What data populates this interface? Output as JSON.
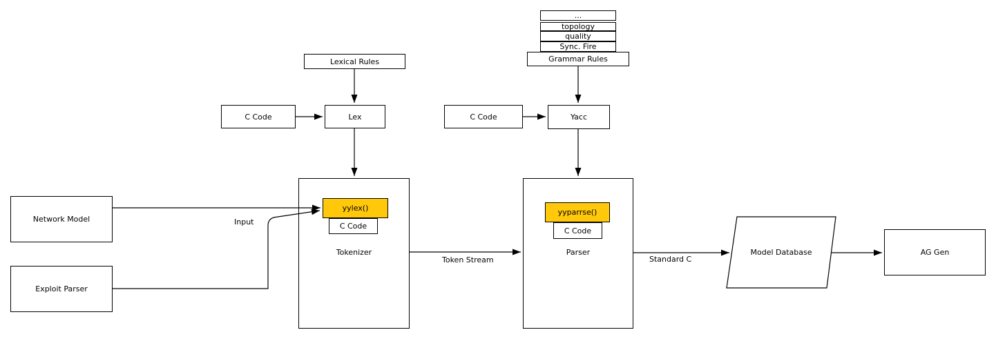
{
  "colors": {
    "accent_yellow": "#ffc80a",
    "line": "#000000",
    "background": "#ffffff"
  },
  "stack": {
    "cells": [
      "...",
      "topology",
      "quality",
      "Sync. Fire"
    ]
  },
  "nodes": {
    "grammar_rules": "Grammar Rules",
    "lexical_rules": "Lexical Rules",
    "c_code_to_lex": "C Code",
    "lex": "Lex",
    "c_code_to_yacc": "C Code",
    "yacc": "Yacc",
    "network_model": "Network Model",
    "exploit_parser": "Exploit Parser",
    "yylex": "yylex()",
    "c_code_yylex": "C Code",
    "tokenizer": "Tokenizer",
    "yyparrse": "yyparrse()",
    "c_code_yyparrse": "C Code",
    "parser": "Parser",
    "model_database": "Model Database",
    "ag_gen": "AG Gen"
  },
  "edge_labels": {
    "input": "Input",
    "token_stream": "Token Stream",
    "standard_c": "Standard C"
  }
}
